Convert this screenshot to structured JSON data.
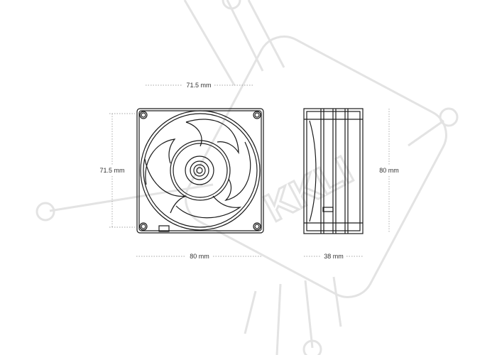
{
  "dimensions": {
    "front_width_label": "71.5 mm",
    "front_height_label": "71.5 mm",
    "front_bottom_label": "80 mm",
    "side_height_label": "80 mm",
    "side_depth_label": "38 mm"
  },
  "watermark": {
    "text": "KKLI",
    "color": "#e8e8e8"
  },
  "colors": {
    "line": "#1a1a1a",
    "dim_line": "#888888",
    "watermark_stroke": "#e3e3e3"
  }
}
